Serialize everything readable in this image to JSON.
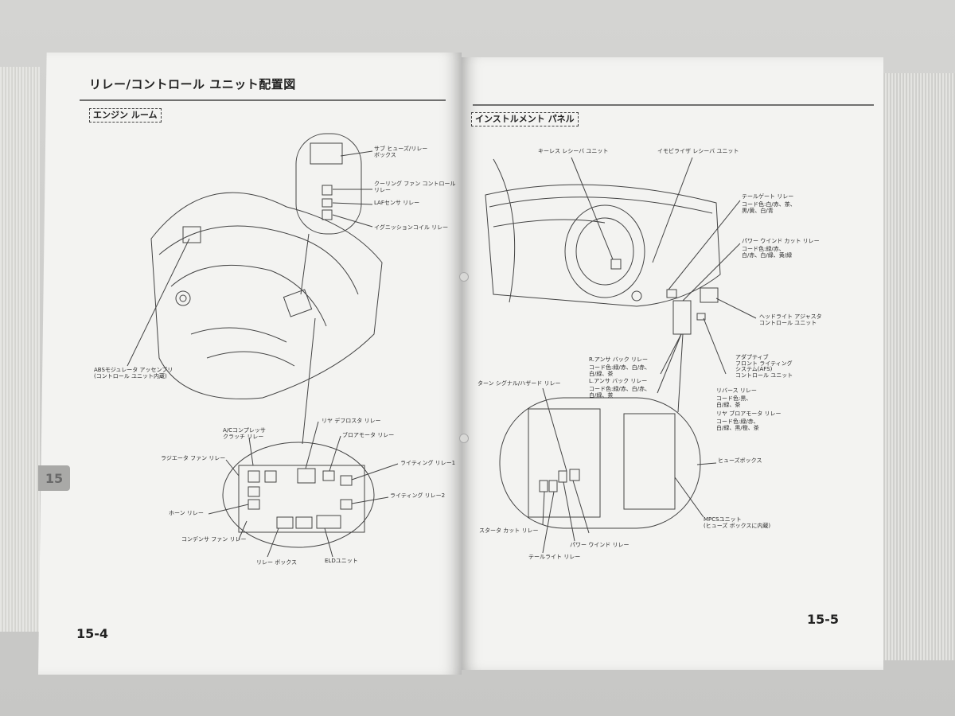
{
  "left_page": {
    "title": "リレー/コントロール ユニット配置図",
    "section": "エンジン ルーム",
    "page_number": "15-4",
    "tab": "15",
    "labels": {
      "sub_fuse_box": "サブ ヒューズ/リレー\nボックス",
      "cooling_fan_relay": "クーリング ファン コントロール\nリレー",
      "laf_sensor_relay": "LAFセンサ リレー",
      "ignition_coil_relay": "イグニッションコイル リレー",
      "abs_modulator": "ABSモジュレータ アッセンブリ\n(コントロール ユニット内蔵)",
      "ac_clutch_relay": "A/Cコンプレッサ\nクラッチ リレー",
      "rear_defroster_relay": "リヤ デフロスタ リレー",
      "blower_motor_relay": "ブロアモータ リレー",
      "radiator_fan_relay": "ラジエータ ファン リレー",
      "lighting_relay_1": "ライティング リレー1",
      "lighting_relay_2": "ライティング リレー2",
      "horn_relay": "ホーン リレー",
      "condenser_fan_relay": "コンデンサ ファン リレー",
      "relay_box": "リレー ボックス",
      "eld_unit": "ELDユニット"
    }
  },
  "right_page": {
    "section": "インストルメント パネル",
    "page_number": "15-5",
    "labels": {
      "keyless_receiver": "キーレス レシーバ ユニット",
      "immobilizer_receiver": "イモビライザ レシーバ ユニット",
      "tailgate_relay": "テールゲート リレー",
      "tailgate_relay_code": "コード色:白/赤、茶、\n黒/黄、白/青",
      "power_window_cut_relay": "パワー ウインド カット リレー",
      "power_window_cut_relay_code": "コード色:緑/赤、\n白/赤、白/緑、黄/緑",
      "headlight_adjuster": "ヘッドライト アジャスタ\nコントロール ユニット",
      "r_answer_back_relay": "R.アンサ バック リレー",
      "r_answer_back_code": "コード色:緑/赤、白/赤、\n白/緑、茶",
      "l_answer_back_relay": "L.アンサ バック リレー",
      "l_answer_back_code": "コード色:緑/赤、白/赤、\n白/緑、茶",
      "afs_unit": "アダプティブ\nフロント ライティング\nシステム(AFS)\nコントロール ユニット",
      "turn_hazard_relay": "ターン シグナル/ハザード リレー",
      "reverse_relay": "リバース リレー",
      "reverse_relay_code": "コード色:黒、\n白/緑、茶",
      "rear_blower_relay": "リヤ ブロアモータ リレー",
      "rear_blower_relay_code": "コード色:緑/赤、\n白/緑、黒/橙、茶",
      "fuse_box": "ヒューズボックス",
      "mpcs_unit": "MPCSユニット\n(ヒューズ ボックスに内蔵)",
      "starter_cut_relay": "スタータ カット リレー",
      "power_window_relay": "パワー ウインド リレー",
      "tail_light_relay": "テールライト リレー"
    }
  },
  "colors": {
    "paper": "#f3f3f1",
    "ink": "#222222",
    "background": "#c9c9c7"
  }
}
